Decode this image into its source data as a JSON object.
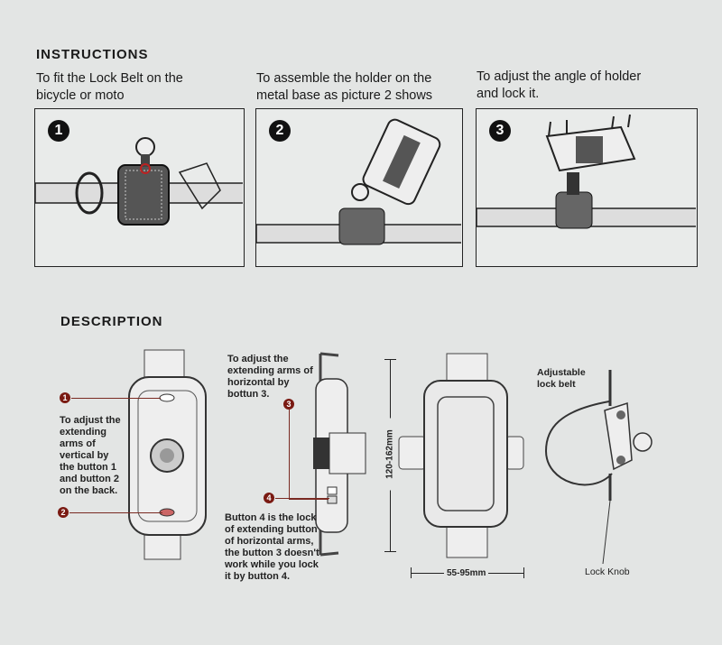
{
  "instructions": {
    "heading": "INSTRUCTIONS",
    "steps": [
      {
        "number": "1",
        "caption_line1": "To fit the Lock Belt on the",
        "caption_line2": "bicycle or moto"
      },
      {
        "number": "2",
        "caption_line1": "To assemble the holder on the",
        "caption_line2": "metal base as picture 2 shows"
      },
      {
        "number": "3",
        "caption_line1": "To adjust the angle of holder",
        "caption_line2": "and lock it."
      }
    ]
  },
  "description": {
    "heading": "DESCRIPTION",
    "markers": [
      "1",
      "2",
      "3",
      "4"
    ],
    "vertical_note": [
      "To adjust the",
      "extending",
      "arms of",
      "vertical by",
      "the button 1",
      "and button 2",
      "on the back."
    ],
    "horizontal_note": [
      "To adjust the",
      "extending arms of",
      "horizontal by",
      "bottun 3."
    ],
    "lock_note": [
      "Button 4 is the lock",
      "of extending button",
      "of horizontal arms,",
      "the button 3 doesn't",
      "work while you lock",
      "it by button 4."
    ],
    "height_dimension": "120-162mm",
    "width_dimension": "55-95mm",
    "belt_label_line1": "Adjustable",
    "belt_label_line2": "lock belt",
    "knob_label": "Lock Knob"
  }
}
